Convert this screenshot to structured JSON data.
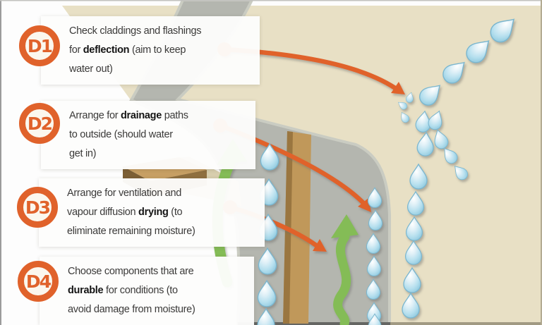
{
  "colors": {
    "accent_orange": "#e0622b",
    "leaf_green": "#84bc57",
    "wall_gray": "#b4b6af",
    "wall_edge_gray": "#caccc2",
    "background_beige": "#e8e0c5",
    "floor_tan": "#d8cead",
    "timber_light": "#c0985a",
    "timber_dark": "#9a7640",
    "beam_top": "#c79f64",
    "beam_front": "#8f6f3f",
    "droplet_blue": "#b5dfee",
    "text_dark": "#3b3a39"
  },
  "principles": [
    {
      "badge": "D1",
      "lines": [
        [
          {
            "t": "Check claddings and flashings"
          }
        ],
        [
          {
            "t": "for "
          },
          {
            "t": "deflection",
            "b": true
          },
          {
            "t": " (aim to keep"
          }
        ],
        [
          {
            "t": "water out)"
          }
        ]
      ]
    },
    {
      "badge": "D2",
      "lines": [
        [
          {
            "t": "Arrange for "
          },
          {
            "t": "drainage",
            "b": true
          },
          {
            "t": " paths"
          }
        ],
        [
          {
            "t": "to outside (should water"
          }
        ],
        [
          {
            "t": "get in)"
          }
        ]
      ]
    },
    {
      "badge": "D3",
      "lines": [
        [
          {
            "t": "Arrange for ventilation and"
          }
        ],
        [
          {
            "t": "vapour diffusion "
          },
          {
            "t": "drying",
            "b": true
          },
          {
            "t": " (to"
          }
        ],
        [
          {
            "t": "eliminate remaining moisture)"
          }
        ]
      ]
    },
    {
      "badge": "D4",
      "lines": [
        [
          {
            "t": "Choose components that are"
          }
        ],
        [
          {
            "t": "durable",
            "b": true
          },
          {
            "t": " for conditions (to"
          }
        ],
        [
          {
            "t": "avoid damage from moisture)"
          }
        ]
      ]
    }
  ],
  "illustration": {
    "droplets": {
      "incoming": [
        [
          714,
          41,
          1.15,
          46
        ],
        [
          679,
          71,
          1.1,
          46
        ],
        [
          645,
          101,
          1.05,
          46
        ],
        [
          611,
          133,
          1.0,
          46
        ]
      ],
      "splash": [
        [
          581,
          138,
          0.42,
          15
        ],
        [
          570,
          149,
          0.4,
          -55
        ],
        [
          573,
          166,
          0.45,
          -30
        ]
      ],
      "outside": [
        [
          600,
          172,
          0.85,
          8
        ],
        [
          618,
          170,
          0.78,
          20
        ],
        [
          603,
          204,
          0.95,
          4
        ],
        [
          624,
          197,
          0.78,
          -18
        ],
        [
          637,
          220,
          0.7,
          -38
        ],
        [
          652,
          244,
          0.66,
          -42
        ],
        [
          593,
          250,
          1.0,
          0
        ],
        [
          589,
          288,
          0.95,
          0
        ],
        [
          587,
          324,
          0.95,
          0
        ],
        [
          586,
          358,
          0.95,
          0
        ],
        [
          584,
          397,
          1.0,
          0
        ],
        [
          582,
          433,
          1.0,
          0
        ]
      ],
      "cavity": [
        [
          382,
          222,
          1.05,
          0
        ],
        [
          381,
          272,
          1.05,
          0
        ],
        [
          380,
          322,
          1.05,
          0
        ],
        [
          379,
          370,
          1.05,
          0
        ],
        [
          378,
          416,
          1.05,
          0
        ],
        [
          377,
          455,
          1.0,
          0
        ]
      ],
      "drain": [
        [
          531,
          280,
          0.8,
          0
        ],
        [
          532,
          312,
          0.8,
          0
        ],
        [
          529,
          345,
          0.8,
          0
        ],
        [
          530,
          377,
          0.8,
          0
        ],
        [
          529,
          410,
          0.8,
          0
        ],
        [
          530,
          443,
          0.8,
          0
        ],
        [
          531,
          458,
          0.75,
          0
        ]
      ]
    }
  }
}
